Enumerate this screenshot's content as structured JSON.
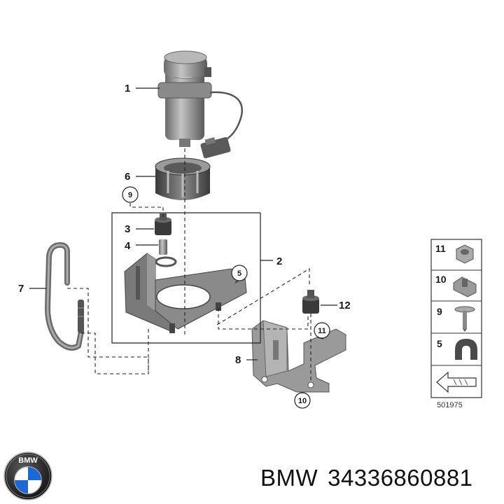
{
  "callouts": {
    "c1": "1",
    "c2": "2",
    "c3": "3",
    "c4": "4",
    "c5": "5",
    "c6": "6",
    "c7": "7",
    "c8": "8",
    "c9": "9",
    "c10": "10",
    "c11": "11",
    "c12": "12"
  },
  "legend": {
    "items": [
      {
        "label": "11",
        "icon": "hex-nut-icon"
      },
      {
        "label": "10",
        "icon": "clip-nut-icon"
      },
      {
        "label": "9",
        "icon": "screw-icon"
      },
      {
        "label": "5",
        "icon": "pipe-clamp-icon"
      }
    ],
    "reference": "501975"
  },
  "brand": {
    "logo_text": "BMW",
    "name": "BMW",
    "part_number": "34336860881"
  },
  "colors": {
    "part_gray": "#7d7d7d",
    "part_dark": "#4a4a4a",
    "line": "#222222",
    "bmw_blue": "#1c69d4"
  }
}
